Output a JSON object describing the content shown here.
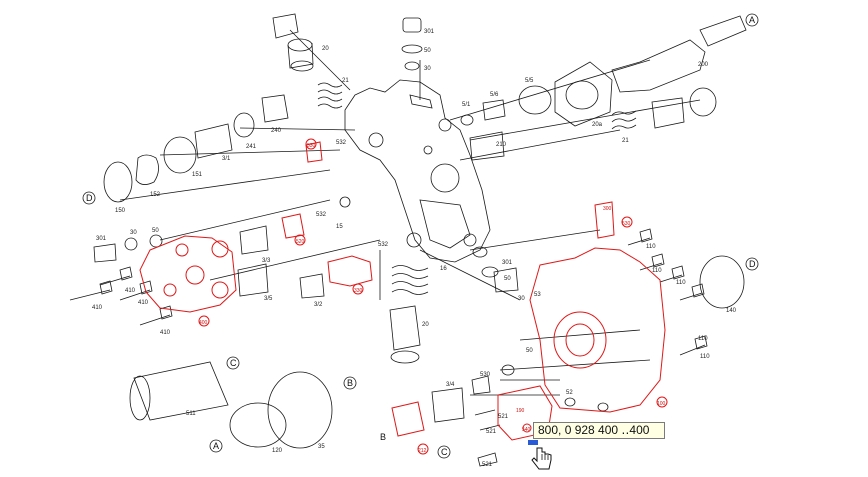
{
  "tooltip": {
    "text": "800,   0 928 400 ‥400"
  },
  "callouts": {
    "A_top": "A",
    "A_bottom": "A",
    "B_right": "B",
    "B_left": "B",
    "C_top": "C",
    "C_bottom": "C",
    "D_left": "D",
    "D_right": "D"
  },
  "part_labels": {
    "p20_top": "20",
    "p21_top": "21",
    "p301_top": "301",
    "p50_top": "50",
    "p30_top": "30",
    "p5_1": "5/1",
    "p5_6": "5/6",
    "p5_5": "5/5",
    "p200": "200",
    "p20a": "20a",
    "p21_right": "21",
    "p210": "210",
    "p240": "240",
    "p241": "241",
    "p3_1": "3/1",
    "p151": "151",
    "p152": "152",
    "p150": "150",
    "p532_a": "532",
    "p532_b": "532",
    "p532_c": "532",
    "p15": "15",
    "p16": "16",
    "p301_left": "301",
    "p30_left": "30",
    "p50_left": "50",
    "p3_3": "3/3",
    "p3_5": "3/5",
    "p410_a": "410",
    "p410_b": "410",
    "p410_c": "410",
    "p410_d": "410",
    "p3_2": "3/2",
    "p20_mid": "20",
    "p301_mid": "301",
    "p50_mid": "50",
    "p30_mid": "30",
    "p110_a": "110",
    "p110_b": "110",
    "p110_c": "110",
    "p110_d": "110",
    "p110_e": "110",
    "p140": "140",
    "p511": "511",
    "p120": "120",
    "p35": "35",
    "p3_4": "3/4",
    "p530": "530",
    "p521_a": "521",
    "p521_b": "521",
    "p521_c": "521",
    "p52": "52",
    "p53": "53",
    "p50_low": "50"
  },
  "red_labels": {
    "r_top": "530",
    "r_left1": "520",
    "r_left2": "400",
    "r_mid1": "330",
    "r_mid2": "530",
    "r_mid3": "540",
    "r_right1": "100",
    "r_right2": "300",
    "r_bottom": "212",
    "r_pump": "190"
  },
  "colors": {
    "line": "#1a1a1a",
    "red": "#e01818",
    "tooltip_bg": "#ffffe4",
    "tooltip_border": "#7b7b7b"
  }
}
